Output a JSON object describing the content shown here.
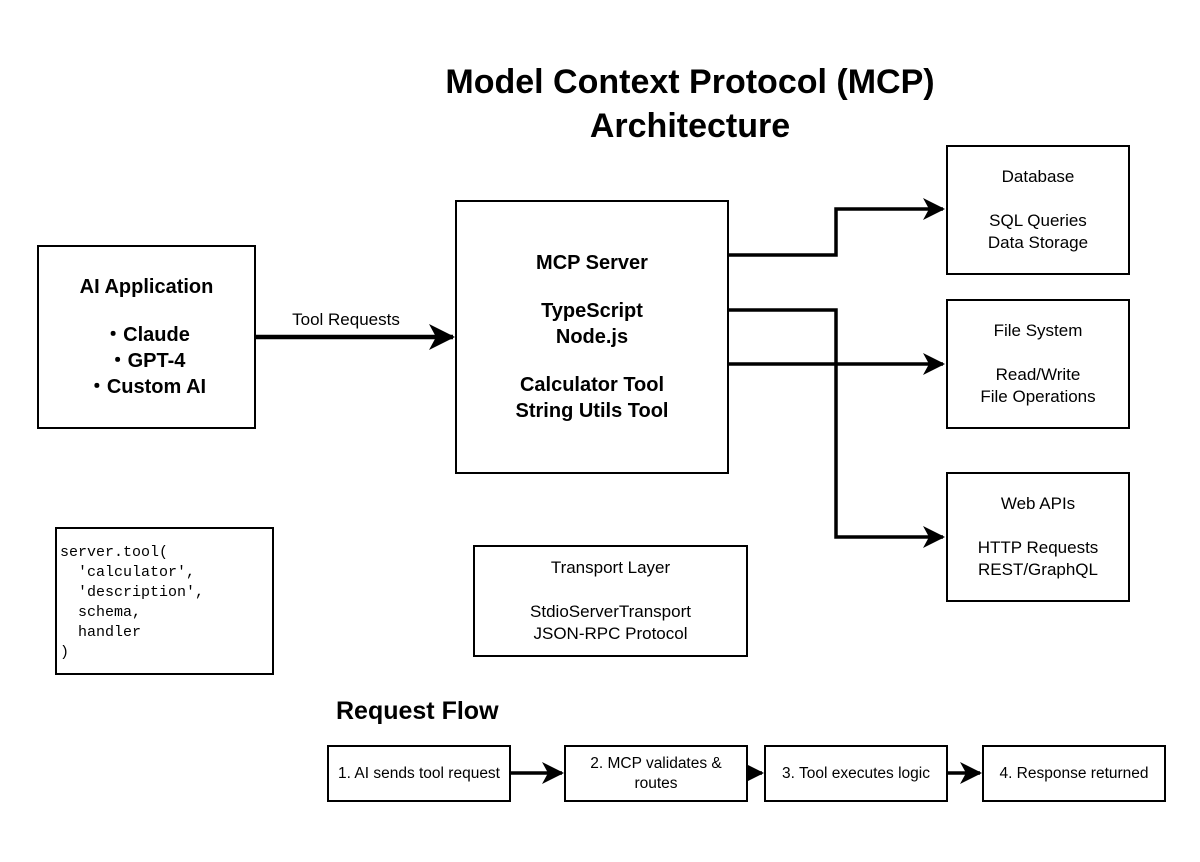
{
  "title_lines": [
    "Model Context Protocol (MCP)",
    "Architecture"
  ],
  "ai_application": {
    "heading": "AI Application",
    "items": [
      "・Claude",
      "・GPT-4",
      "・Custom AI"
    ]
  },
  "tool_requests_label": "Tool Requests",
  "mcp_server": {
    "heading": "MCP Server",
    "tech": [
      "TypeScript",
      "Node.js"
    ],
    "tools": [
      "Calculator Tool",
      "String Utils Tool"
    ]
  },
  "database": {
    "title": "Database",
    "lines": [
      "SQL Queries",
      "Data Storage"
    ]
  },
  "file_system": {
    "title": "File System",
    "lines": [
      "Read/Write",
      "File Operations"
    ]
  },
  "web_apis": {
    "title": "Web APIs",
    "lines": [
      "HTTP Requests",
      "REST/GraphQL"
    ]
  },
  "transport_layer": {
    "title": "Transport Layer",
    "lines": [
      "StdioServerTransport",
      "JSON-RPC Protocol"
    ]
  },
  "code_snippet": [
    "server.tool(",
    "  'calculator',",
    "  'description',",
    "  schema,",
    "  handler",
    ")"
  ],
  "request_flow": {
    "heading": "Request Flow",
    "steps": [
      [
        "1. AI sends tool request"
      ],
      [
        "2. MCP validates &",
        "routes"
      ],
      [
        "3. Tool executes logic"
      ],
      [
        "4. Response returned"
      ]
    ]
  }
}
